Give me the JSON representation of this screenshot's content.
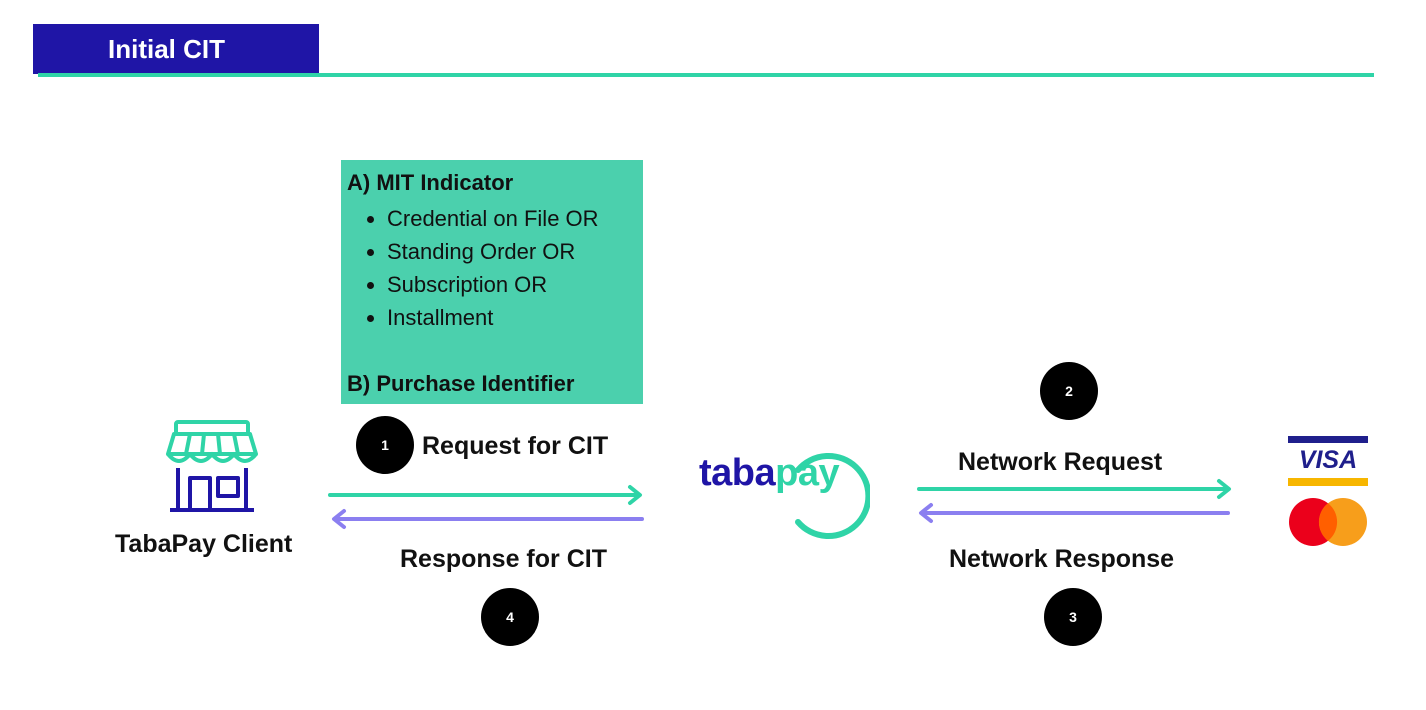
{
  "title": "Initial CIT",
  "info_box": {
    "section_a": "A) MIT Indicator",
    "items": [
      "Credential on File OR",
      "Standing Order OR",
      "Subscription OR",
      "Installment"
    ],
    "section_b": "B) Purchase Identifier"
  },
  "client": {
    "label": "TabaPay Client",
    "icon": "storefront-icon"
  },
  "logo": {
    "part1": "taba",
    "part2": "pay"
  },
  "steps": {
    "s1": {
      "number": "1",
      "label": "Request for CIT"
    },
    "s2": {
      "number": "2",
      "label": "Network Request"
    },
    "s3": {
      "number": "3",
      "label": "Network Response"
    },
    "s4": {
      "number": "4",
      "label": "Response for CIT"
    }
  },
  "networks": {
    "visa": "VISA",
    "mastercard_icon": "mastercard-logo"
  },
  "colors": {
    "title_bg": "#1f15a6",
    "rule": "#2fd4a7",
    "box": "#4bd0ad",
    "request_arrow": "#2fd4a7",
    "response_arrow": "#8b7ff0",
    "visa_blue": "#1f1f8c",
    "visa_gold": "#f7b600",
    "mc_red": "#eb001b",
    "mc_orange": "#f79e1b"
  }
}
